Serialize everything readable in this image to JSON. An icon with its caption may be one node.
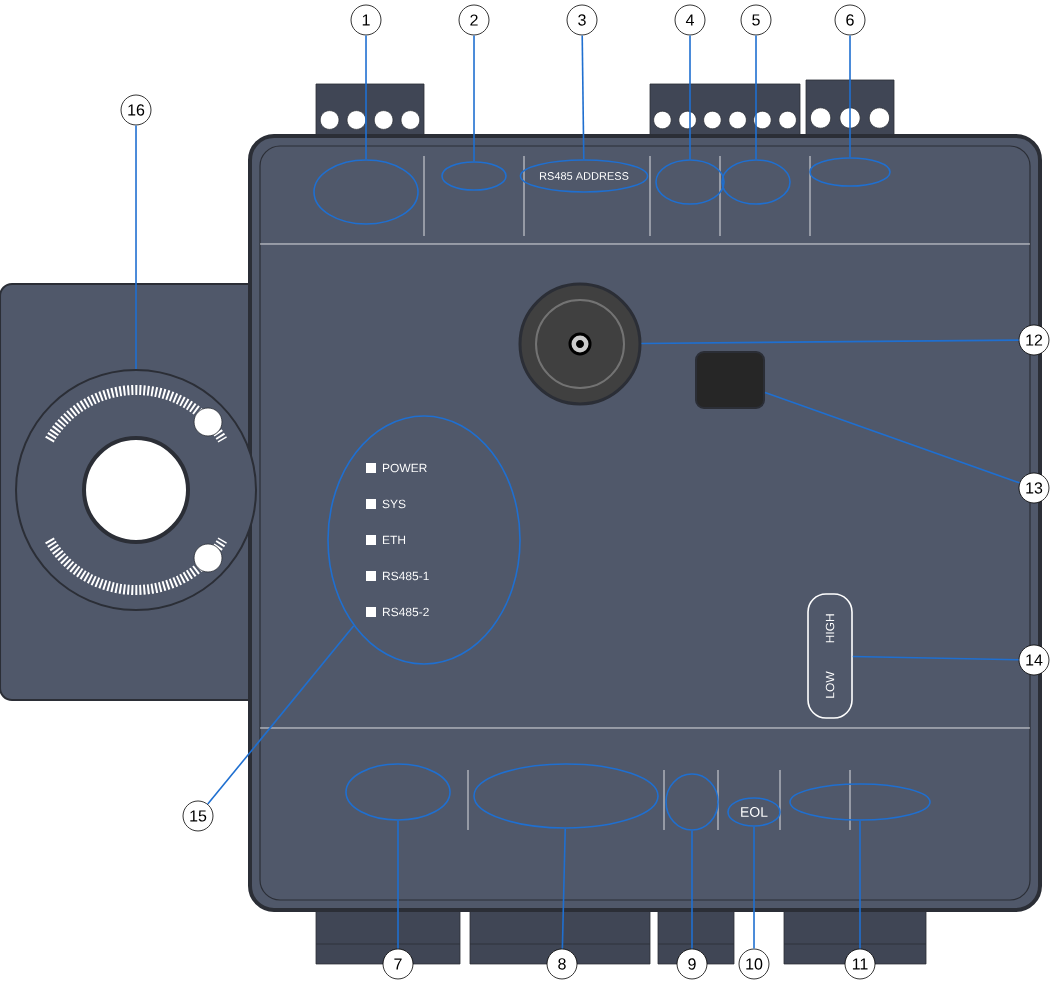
{
  "diagram": {
    "nodes": [
      {
        "text": [
          "1"
        ]
      },
      {
        "text": [
          "2"
        ]
      },
      {
        "text": [
          "3"
        ]
      },
      {
        "text": [
          "4"
        ]
      },
      {
        "text": [
          "5"
        ]
      },
      {
        "text": [
          "6"
        ]
      },
      {
        "text": [
          "7"
        ]
      },
      {
        "text": [
          "8"
        ]
      },
      {
        "text": [
          "9"
        ]
      },
      {
        "text": [
          "10"
        ]
      },
      {
        "text": [
          "11"
        ]
      },
      {
        "text": [
          "12"
        ]
      },
      {
        "text": [
          "13"
        ]
      },
      {
        "text": [
          "14"
        ]
      },
      {
        "text": [
          "15"
        ]
      },
      {
        "text": [
          "16"
        ]
      },
      {
        "text": [],
        "shape": "ellipse"
      },
      {
        "text": [],
        "shape": "ellipse"
      },
      {
        "text": [
          "RS485 ADDRESS"
        ]
      },
      {
        "text": [],
        "shape": "ellipse"
      },
      {
        "text": [],
        "shape": "ellipse"
      },
      {
        "text": [],
        "shape": "ellipse"
      },
      {
        "text": [],
        "shape": "ellipse"
      },
      {
        "text": [],
        "shape": "ellipse"
      },
      {
        "text": [],
        "shape": "ellipse"
      },
      {
        "text": [
          "EOL"
        ]
      },
      {
        "text": [],
        "shape": "ellipse"
      },
      {
        "text": [],
        "shape": "circle"
      },
      {
        "text": [],
        "shape": "box"
      },
      {
        "text": [
          "HIGH",
          "LOW"
        ]
      },
      {
        "text": [
          "POWER",
          "SYS",
          "ETH",
          "RS485-1",
          "RS485-2"
        ]
      },
      {
        "text": [],
        "shape": "circle"
      }
    ],
    "edges": [
      {
        "from": 0,
        "to": 16,
        "arrow": "none"
      },
      {
        "from": 1,
        "to": 17,
        "arrow": "none"
      },
      {
        "from": 2,
        "to": 18,
        "arrow": "none"
      },
      {
        "from": 3,
        "to": 19,
        "arrow": "none"
      },
      {
        "from": 4,
        "to": 20,
        "arrow": "none"
      },
      {
        "from": 5,
        "to": 21,
        "arrow": "none"
      },
      {
        "from": 6,
        "to": 22,
        "arrow": "none"
      },
      {
        "from": 7,
        "to": 23,
        "arrow": "none"
      },
      {
        "from": 8,
        "to": 24,
        "arrow": "none"
      },
      {
        "from": 9,
        "to": 25,
        "arrow": "none"
      },
      {
        "from": 10,
        "to": 26,
        "arrow": "none"
      },
      {
        "from": 11,
        "to": 27,
        "arrow": "none"
      },
      {
        "from": 12,
        "to": 28,
        "arrow": "none"
      },
      {
        "from": 13,
        "to": 29,
        "arrow": "none"
      },
      {
        "from": 14,
        "to": 30,
        "arrow": "none"
      },
      {
        "from": 15,
        "to": 31,
        "arrow": "none"
      }
    ]
  }
}
